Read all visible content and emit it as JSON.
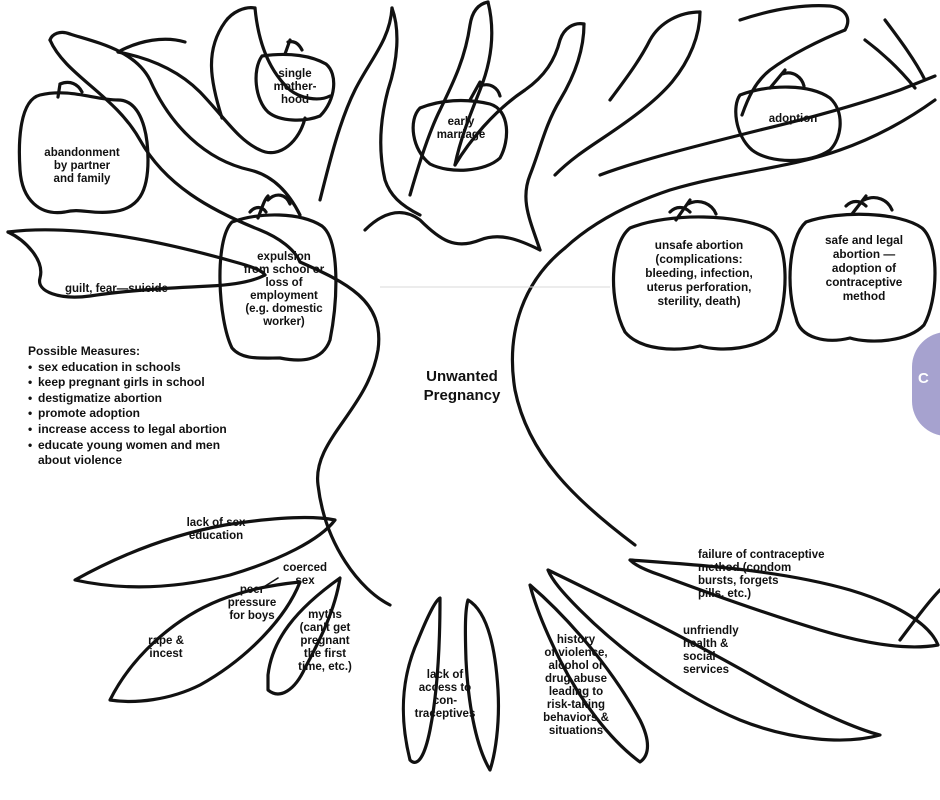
{
  "title": "Unwanted\nPregnancy",
  "fruits": {
    "single_motherhood": "single\nmother-\nhood",
    "early_marriage": "early\nmarriage",
    "adoption": "adoption",
    "abandonment": "abandonment\nby partner\nand family",
    "expulsion": "expulsion\nfrom school or\nloss of\nemployment\n(e.g. domestic\nworker)",
    "unsafe_abortion": "unsafe abortion\n(complications:\nbleeding, infection,\nuterus perforation,\nsterility, death)",
    "safe_abortion": "safe and legal\nabortion —\nadoption of\ncontraceptive\nmethod",
    "guilt": "guilt, fear—suicide"
  },
  "measures": {
    "heading": "Possible Measures:",
    "items": [
      "sex education in schools",
      "keep pregnant girls in school",
      "destigmatize abortion",
      "promote adoption",
      "increase access to legal abortion",
      "educate young women and men\nabout violence"
    ]
  },
  "roots": {
    "lack_sex_ed": "lack of sex\neducation",
    "coerced_sex": "coerced\nsex",
    "peer_pressure": "peer\npressure\nfor boys",
    "rape": "rape &\nincest",
    "myths": "myths\n(can't get\npregnant\nthe first\ntime, etc.)",
    "lack_access": "lack of\naccess to\ncon-\ntraceptives",
    "history_violence": "history\nof violence,\nalcohol or\ndrug abuse\nleading to\nrisk-taking\nbehaviors &\nsituations",
    "unfriendly_services": "unfriendly\nhealth &\nsocial\n        services",
    "contraceptive_failure": "failure of contraceptive\nmethod (condom\n       bursts, forgets\n               pills, etc.)"
  },
  "side_tab_letter": "C",
  "colors": {
    "line": "#111111",
    "tab": "#a6a2cf"
  }
}
